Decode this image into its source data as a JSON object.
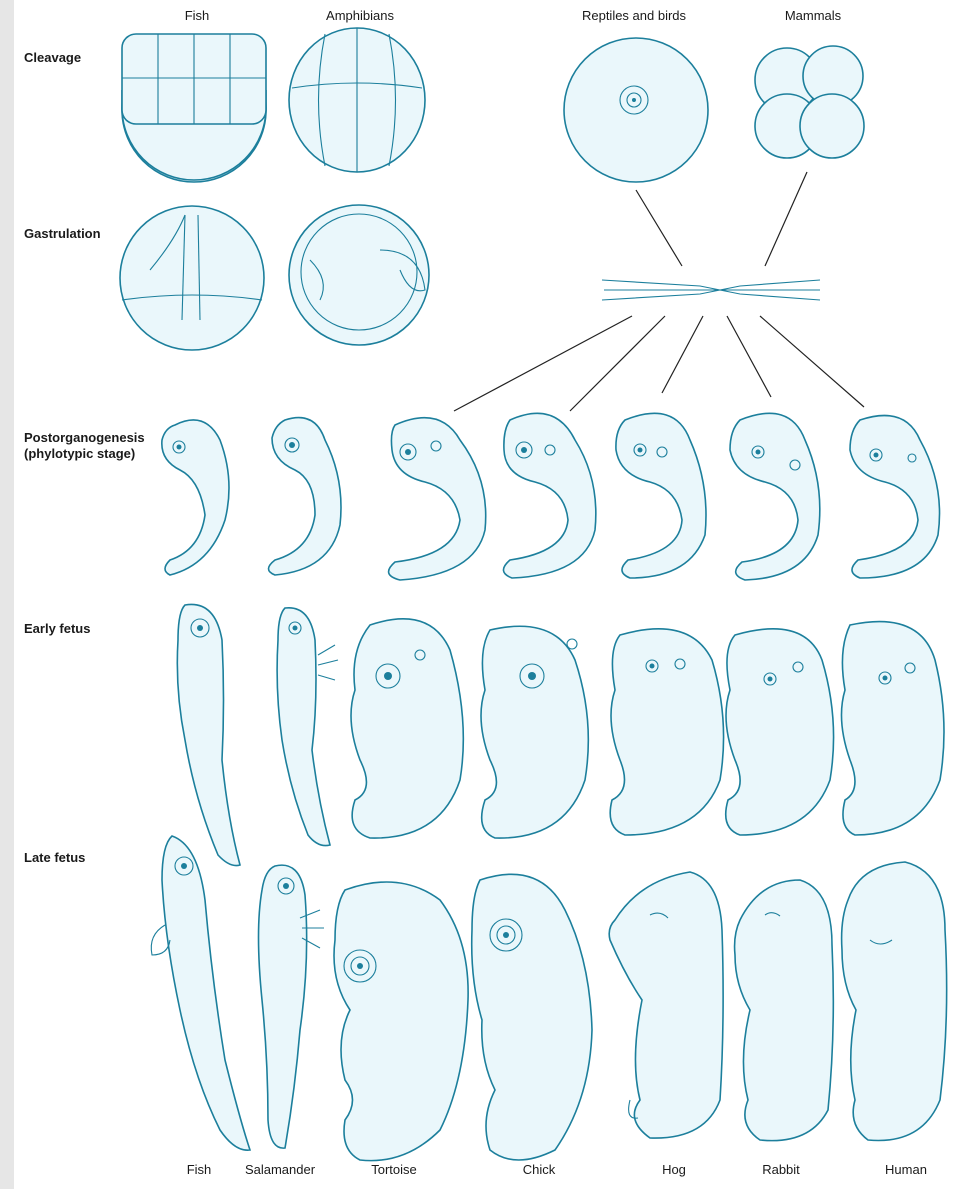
{
  "column_headers": [
    "Fish",
    "Amphibians",
    "Reptiles and birds",
    "Mammals"
  ],
  "row_labels": {
    "cleavage": "Cleavage",
    "gastrulation": "Gastrulation",
    "postorganogenesis_1": "Postorganogenesis",
    "postorganogenesis_2": "(phylotypic stage)",
    "early_fetus": "Early fetus",
    "late_fetus": "Late fetus"
  },
  "species": [
    "Fish",
    "Salamander",
    "Tortoise",
    "Chick",
    "Hog",
    "Rabbit",
    "Human"
  ],
  "colors": {
    "ink": "#1c7f9c",
    "ink_fill": "#eaf7fb",
    "lines": "#222222",
    "background": "#ffffff"
  }
}
